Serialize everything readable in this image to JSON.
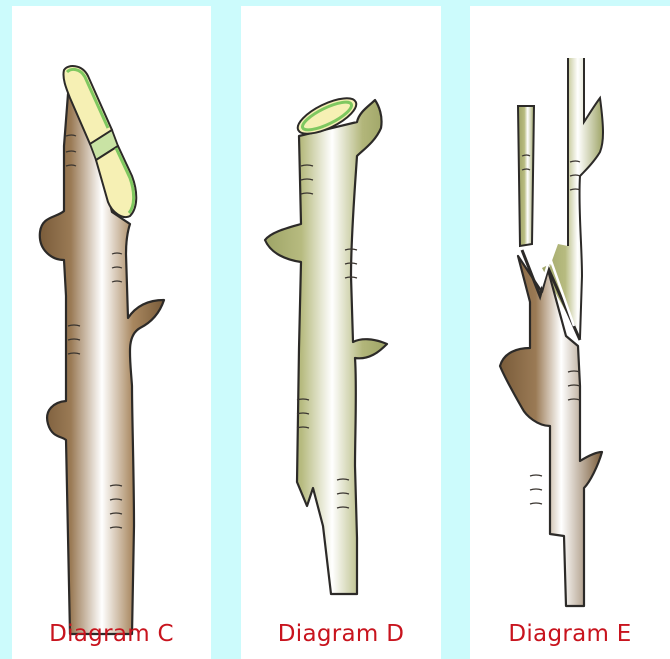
{
  "figure": {
    "background_color": "#ccfbfc",
    "caption_color": "#c8141e",
    "panels": [
      {
        "id": "c",
        "caption": "Diagram C",
        "depicts": "diagonal-cut-with-notch",
        "stem_color": "#8a6b45"
      },
      {
        "id": "d",
        "caption": "Diagram D",
        "depicts": "slanted-cut-stem",
        "stem_color": "#b3b77a"
      },
      {
        "id": "e",
        "caption": "Diagram E",
        "depicts": "joined-stems-zigzag",
        "stem_color_upper": "#aeb172",
        "stem_color_lower": "#8a6b45"
      }
    ]
  }
}
